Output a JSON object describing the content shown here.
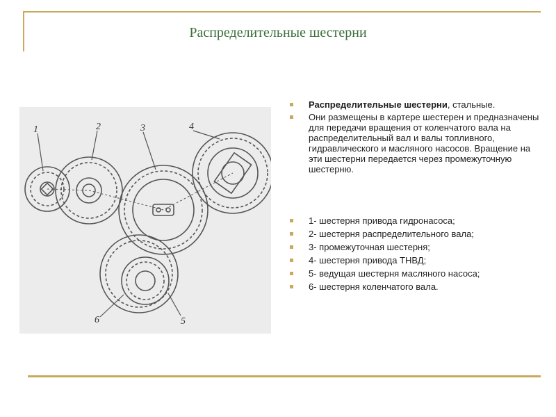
{
  "slide": {
    "title": "Распределительные шестерни"
  },
  "bullets": [
    {
      "bold": "Распределительные шестерни",
      "text": ", стальные."
    },
    {
      "bold": "",
      "text": "Они размещены в картере шестерен и предназначены для передачи вращения от коленчатого вала на распределительный вал и валы топливного, гидравлического и масляного насосов. Вращение на эти шестерни передается через промежуточную шестерню."
    }
  ],
  "legend": [
    "1- шестерня привода гидронасоса;",
    "2- шестерня распределительного вала;",
    "3- промежуточная шестерня;",
    "4- шестерня привода ТНВД;",
    "5- ведущая шестерня масляного насоса;",
    "6- шестерня коленчатого вала."
  ],
  "diagram_labels": [
    "1",
    "2",
    "3",
    "4",
    "5",
    "6"
  ]
}
